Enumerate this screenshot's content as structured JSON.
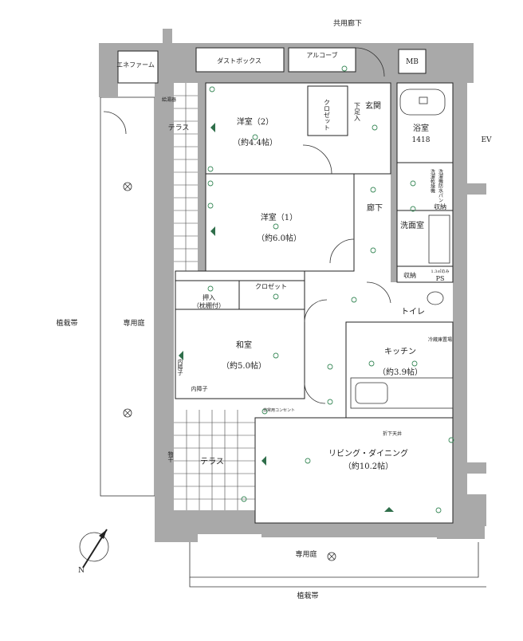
{
  "labels": {
    "corridor_common": "共用廊下",
    "ev": "EV",
    "dust_box": "ダストボックス",
    "alcove": "アルコーブ",
    "mb": "MB",
    "ene_farm": "エネファーム",
    "water_heater": "給湯器",
    "terrace_top": "テラス",
    "western_room_2": "洋室（2）",
    "western_room_2_size": "（約4.4帖）",
    "closet_v": "クロゼット",
    "shoe_box": "下足入",
    "entrance": "玄関",
    "bathroom": "浴室",
    "bath_size": "1418",
    "laundry_dryer": "洗濯乾燥機",
    "laundry_pan": "洗濯機防水パン",
    "storage_1": "収納",
    "western_room_1": "洋室（1）",
    "western_room_1_size": "（約6.0帖）",
    "hallway": "廊下",
    "washroom": "洗面室",
    "storage_2": "収納",
    "ps": "PS",
    "ps_note": "1.3㎡のみ",
    "closet_h": "クロゼット",
    "oshiire": "押入",
    "oshiire_note": "（枕棚付）",
    "toilet": "トイレ",
    "planting_left": "植栽帯",
    "private_garden_left": "専用庭",
    "japanese_room": "和室",
    "japanese_room_size": "（約5.0帖）",
    "kitchen": "キッチン",
    "kitchen_size": "（約3.9帖）",
    "fridge": "冷蔵庫置場",
    "shoji_a": "内障子",
    "shoji_b": "内障子",
    "outlet": "非常用コンセント",
    "ceiling_drop": "折下天井",
    "storage_terrace": "物干",
    "terrace_bottom": "テラス",
    "living_dining": "リビング・ダイニング",
    "living_dining_size": "（約10.2帖）",
    "private_garden_bottom": "専用庭",
    "planting_bottom": "植栽帯",
    "north_mark": "N"
  },
  "colors": {
    "wall": "#a9a9a9",
    "equipment": "#3b8a5a",
    "ink": "#222222"
  }
}
